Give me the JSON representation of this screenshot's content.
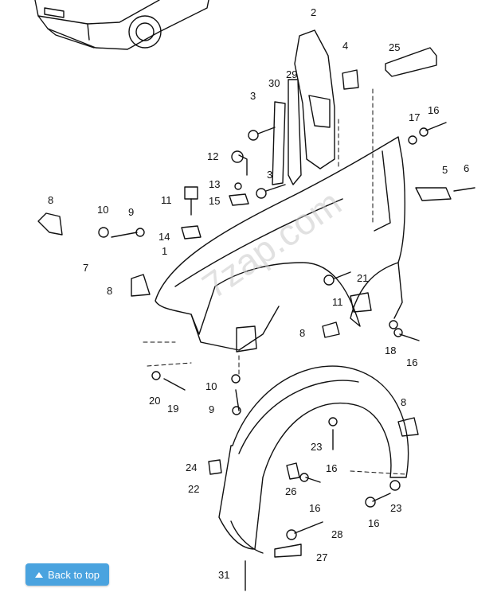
{
  "watermark": "7zap.com",
  "back_to_top": {
    "label": "Back to top",
    "icon": "arrow-up-icon"
  },
  "callouts": [
    "1",
    "2",
    "3",
    "3",
    "4",
    "5",
    "6",
    "8",
    "8",
    "8",
    "8",
    "9",
    "9",
    "10",
    "10",
    "11",
    "11",
    "12",
    "13",
    "14",
    "15",
    "16",
    "16",
    "16",
    "16",
    "16",
    "17",
    "18",
    "19",
    "20",
    "21",
    "22",
    "23",
    "23",
    "24",
    "25",
    "26",
    "27",
    "28",
    "29",
    "30",
    "31",
    "7"
  ]
}
